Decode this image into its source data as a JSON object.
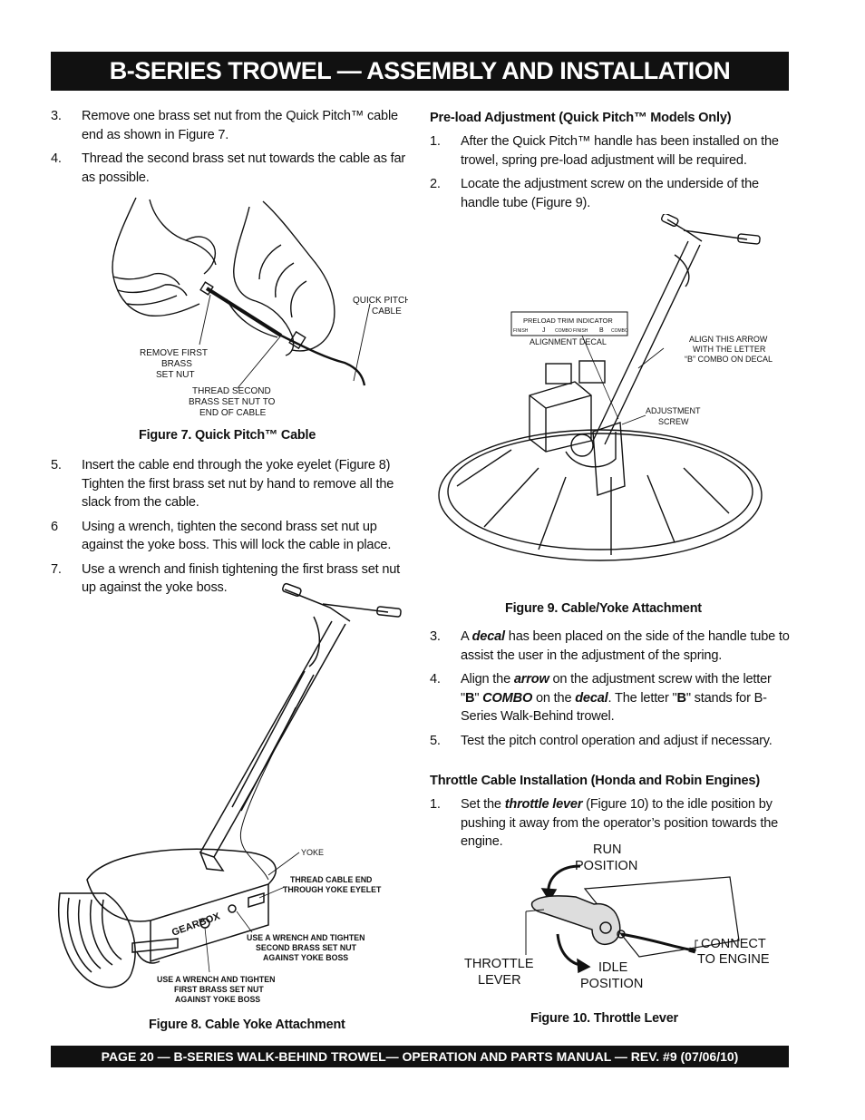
{
  "header": {
    "title": "B-SERIES TROWEL — ASSEMBLY AND INSTALLATION"
  },
  "footer": {
    "text": "PAGE 20 — B-SERIES  WALK-BEHIND TROWEL— OPERATION AND PARTS MANUAL — REV. #9 (07/06/10)"
  },
  "left": {
    "steps_a": [
      {
        "num": "3.",
        "text": "Remove one brass set nut from the Quick Pitch™ cable end as shown in Figure 7."
      },
      {
        "num": "4.",
        "text": "Thread the second brass set nut towards the cable as far as possible."
      }
    ],
    "steps_b": [
      {
        "num": "5.",
        "text": "Insert the cable end through the yoke eyelet (Figure 8) Tighten the first brass set nut by hand to remove all the slack from the cable."
      },
      {
        "num": "6",
        "text": "Using a wrench, tighten the second brass set nut up against the  yoke boss. This will lock the cable in place."
      },
      {
        "num": "7.",
        "text": "Use a wrench and finish tightening the first brass set nut up against the yoke boss."
      }
    ]
  },
  "fig7": {
    "caption": "Figure 7. Quick Pitch™ Cable",
    "labels": {
      "quick_pitch_1": "QUICK PITCH™",
      "quick_pitch_2": "CABLE",
      "remove_1": "REMOVE FIRST",
      "remove_2": "BRASS",
      "remove_3": "SET NUT",
      "thread_1": "THREAD SECOND",
      "thread_2": "BRASS SET NUT TO",
      "thread_3": "END OF CABLE"
    }
  },
  "fig8": {
    "caption": "Figure 8. Cable Yoke Attachment",
    "labels": {
      "yoke": "YOKE",
      "thread_1": "THREAD CABLE END",
      "thread_2": "THROUGH YOKE EYELET",
      "second_1": "USE A WRENCH AND TIGHTEN",
      "second_2": "SECOND BRASS SET NUT",
      "second_3": "AGAINST YOKE BOSS",
      "first_1": "USE A WRENCH AND TIGHTEN",
      "first_2": "FIRST BRASS SET NUT",
      "first_3": "AGAINST YOKE BOSS",
      "gearbox": "GEARBOX"
    }
  },
  "right": {
    "preload_head": "Pre-load Adjustment (Quick Pitch™ Models Only)",
    "preload_steps": [
      {
        "num": "1.",
        "text": "After the Quick Pitch™ handle has been installed on the trowel, spring pre-load adjustment will be required."
      },
      {
        "num": "2.",
        "text": "Locate the adjustment screw on the underside of the handle tube (Figure 9)."
      }
    ],
    "decal_step": {
      "num": "3.",
      "pre": "A ",
      "em": "decal",
      "post": " has been placed on the side of the  handle tube to assist the user in the adjustment of the spring."
    },
    "arrow_step": {
      "num": "4.",
      "t1": "Align the ",
      "e1": "arrow",
      "t2": " on the adjustment screw with the letter \"",
      "b1": "B",
      "t3": "\" ",
      "e2": "COMBO",
      "t4": " on the ",
      "e3": "decal",
      "t5": ". The letter \"",
      "b2": "B",
      "t6": "\" stands for B-Series Walk-Behind trowel."
    },
    "test_step": {
      "num": "5.",
      "text": "Test the pitch control operation and adjust if necessary."
    },
    "throttle_head": "Throttle Cable Installation (Honda and Robin Engines)",
    "throttle_step": {
      "num": "1.",
      "pre": "Set the ",
      "em": "throttle lever",
      "post": "  (Figure 10) to the idle position by pushing it away from the operator’s position towards the engine."
    }
  },
  "fig9": {
    "caption": "Figure 9.  Cable/Yoke Attachment",
    "labels": {
      "decal_title": "PRELOAD TRIM INDICATOR",
      "decal_finish_1": "FINISH",
      "decal_j": "J",
      "decal_combo_1": "COMBO",
      "decal_finish_2": "FINISH",
      "decal_b": "B",
      "decal_combo_2": "COMBO",
      "alignment": "ALIGNMENT DECAL",
      "align_1": "ALIGN THIS ARROW",
      "align_2": "WITH THE LETTER",
      "align_3": "“B” COMBO ON DECAL",
      "adjust_1": "ADJUSTMENT",
      "adjust_2": "SCREW"
    }
  },
  "fig10": {
    "caption": "Figure 10.  Throttle Lever",
    "labels": {
      "run_1": "RUN",
      "run_2": "POSITION",
      "connect_1": "CONNECT",
      "connect_2": "TO ENGINE",
      "throttle_1": "THROTTLE",
      "throttle_2": "LEVER",
      "idle_1": "IDLE",
      "idle_2": "POSITION"
    }
  }
}
